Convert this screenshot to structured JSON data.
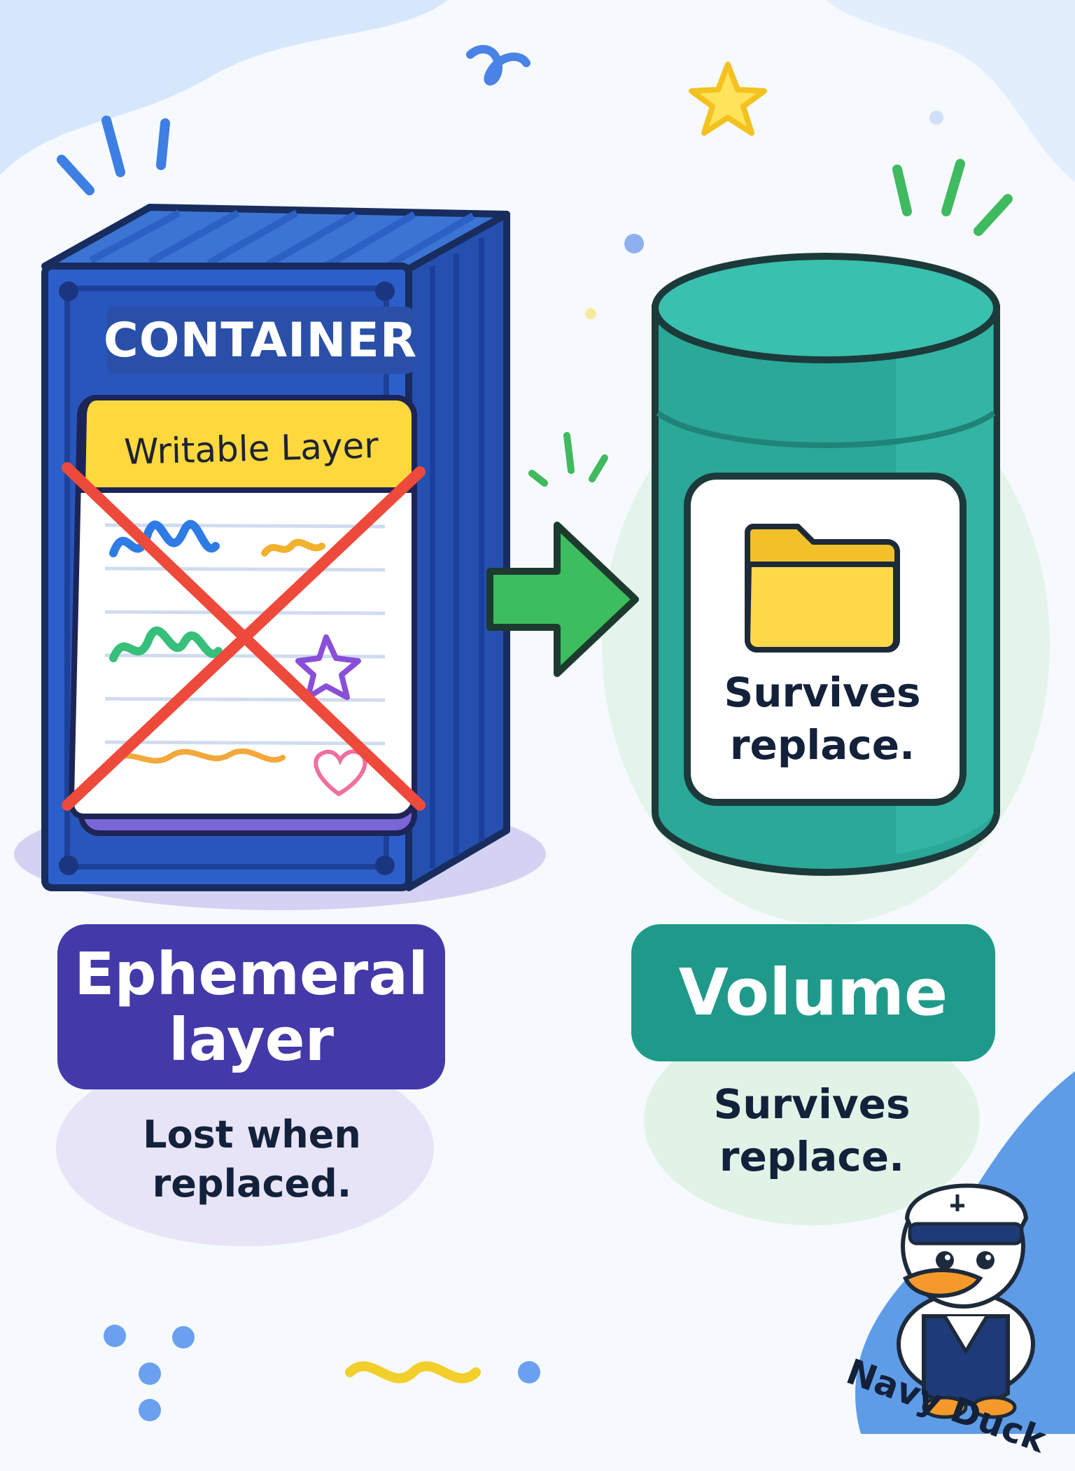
{
  "container": {
    "heading": "CONTAINER",
    "writable_layer_label": "Writable Layer"
  },
  "ephemeral": {
    "title": "Ephemeral layer",
    "caption": "Lost when replaced."
  },
  "volume": {
    "card_text": "Survives replace.",
    "title": "Volume",
    "caption": "Survives replace."
  },
  "brand": {
    "name": "Navy Duck"
  },
  "colors": {
    "container_blue": "#2c5fc9",
    "writable_yellow": "#ffd83d",
    "cross_red": "#ee4a3c",
    "arrow_green": "#3cbd5e",
    "volume_teal": "#2aa898",
    "ephemeral_purple": "#4339a8",
    "folder_yellow": "#ffd94a"
  },
  "icons": {
    "volume_card": "folder-icon",
    "arrow": "arrow-right-icon",
    "cross": "cross-out-icon",
    "mascot": "duck-mascot-icon"
  }
}
